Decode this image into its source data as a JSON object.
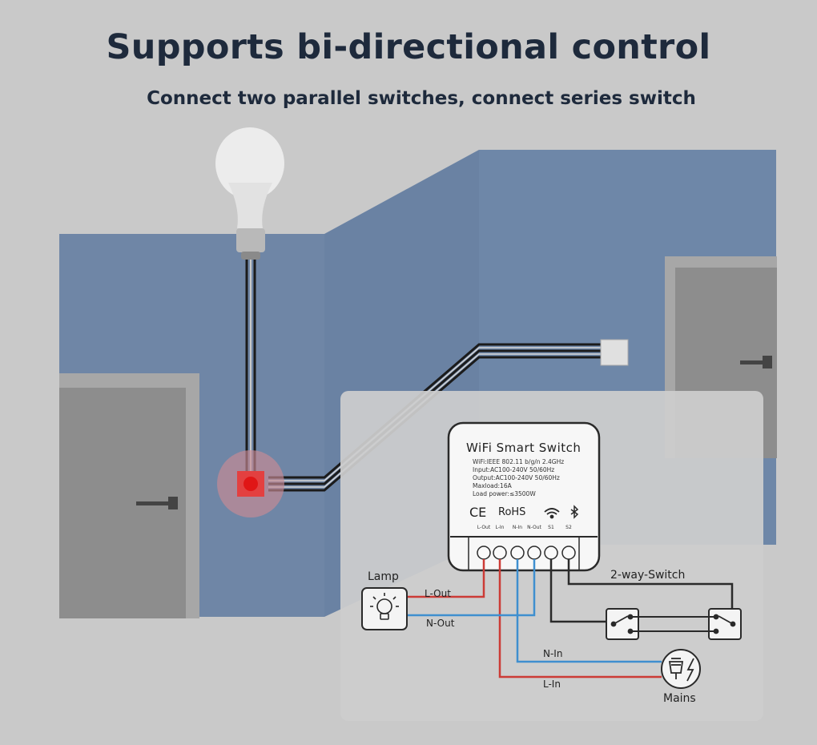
{
  "title": "Supports bi-directional control",
  "subtitle": "Connect two parallel switches, connect series switch",
  "device": {
    "name": "WiFi Smart Switch",
    "specs": [
      "WiFi:IEEE 802.11 b/g/n 2.4GHz",
      "Input:AC100-240V 50/60Hz",
      "Output:AC100-240V 50/60Hz",
      "Maxload:16A",
      "Load power:≤3500W"
    ],
    "cert_ce": "CE",
    "cert_rohs": "RoHS",
    "terminals": [
      "L-Out",
      "L-In",
      "N-In",
      "N-Out",
      "S1",
      "S2"
    ]
  },
  "labels": {
    "lamp": "Lamp",
    "l_out": "L-Out",
    "n_out": "N-Out",
    "n_in": "N-In",
    "l_in": "L-In",
    "two_way": "2-way-Switch",
    "mains": "Mains"
  },
  "colors": {
    "wall": "#6f86a6",
    "wall_dark": "#637a9b",
    "live": "#cc3b36",
    "neutral": "#3f8fcf",
    "switch_wire": "#2a2a2a",
    "indicator": "#e02020"
  }
}
